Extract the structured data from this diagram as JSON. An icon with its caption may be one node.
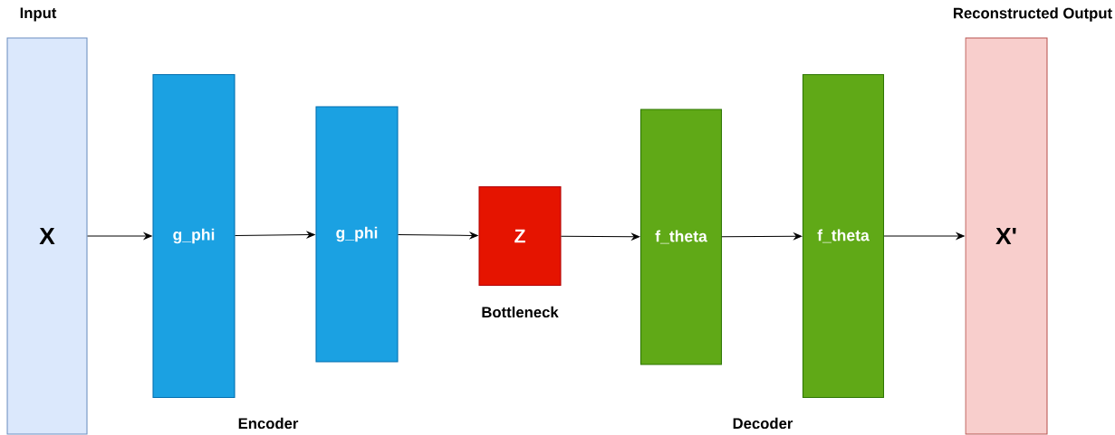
{
  "diagram": {
    "nodes": [
      {
        "text": [
          "Input",
          "X"
        ]
      },
      {
        "text": [
          "g_phi"
        ]
      },
      {
        "text": [
          "g_phi"
        ]
      },
      {
        "text": [
          "Z"
        ],
        "beside": [
          "Bottleneck"
        ]
      },
      {
        "text": [
          "f_theta"
        ]
      },
      {
        "text": [
          "f_theta"
        ]
      },
      {
        "text": [
          "Reconstructed Output",
          "X'"
        ]
      }
    ],
    "edges": [
      {
        "from": 0,
        "to": 1,
        "arrow": "to"
      },
      {
        "from": 1,
        "to": 2,
        "arrow": "to"
      },
      {
        "from": 2,
        "to": 3,
        "arrow": "to"
      },
      {
        "from": 3,
        "to": 4,
        "arrow": "to"
      },
      {
        "from": 4,
        "to": 5,
        "arrow": "to"
      },
      {
        "from": 5,
        "to": 6,
        "arrow": "to"
      }
    ],
    "labels": [
      "Encoder",
      "Decoder"
    ]
  }
}
